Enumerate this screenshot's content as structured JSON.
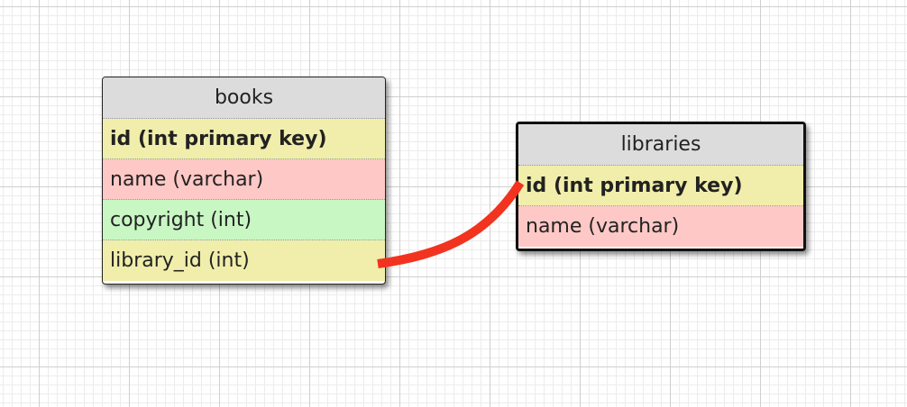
{
  "tables": [
    {
      "name": "books",
      "header_color": "#dcdcdc",
      "columns": [
        {
          "label": "id (int primary key)",
          "color": "#f0eeaa",
          "primary": true
        },
        {
          "label": "name (varchar)",
          "color": "#fdc8c6",
          "primary": false
        },
        {
          "label": "copyright (int)",
          "color": "#c8f7c4",
          "primary": false
        },
        {
          "label": "library_id (int)",
          "color": "#f0eeaa",
          "primary": false
        }
      ]
    },
    {
      "name": "libraries",
      "header_color": "#dcdcdc",
      "columns": [
        {
          "label": "id (int primary key)",
          "color": "#f0eeaa",
          "primary": true
        },
        {
          "label": "name (varchar)",
          "color": "#fdc8c6",
          "primary": false
        }
      ]
    }
  ],
  "relationship": {
    "from": "books.library_id",
    "to": "libraries.id",
    "color": "#f2331f"
  }
}
